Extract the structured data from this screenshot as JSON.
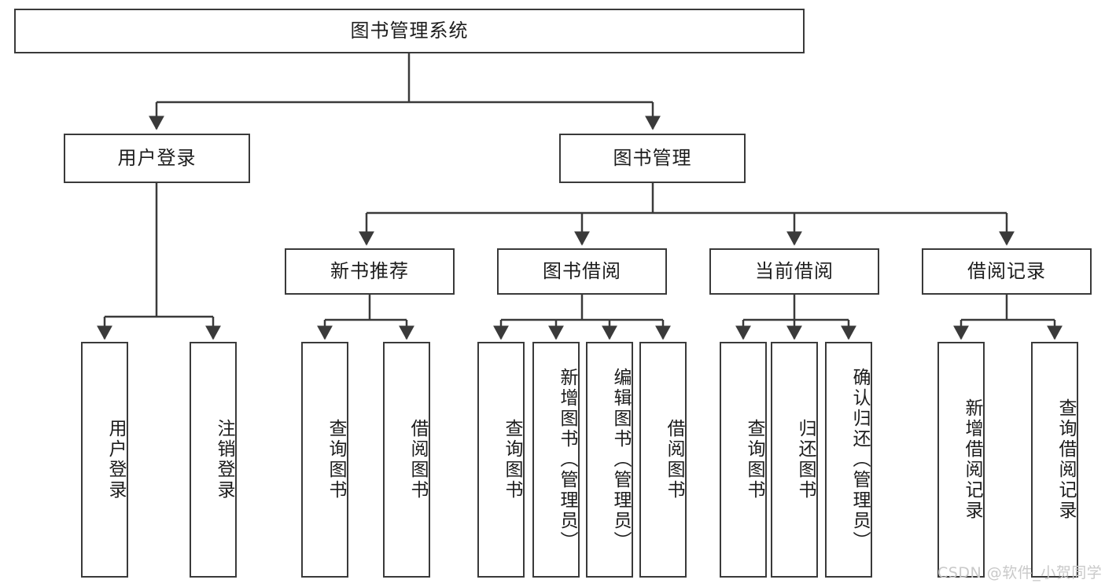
{
  "diagram": {
    "title": "图书管理系统",
    "watermark": "CSDN @软件_小贺同学",
    "colors": {
      "stroke": "#3a3a3a",
      "background": "#ffffff",
      "text": "#1c1c1c",
      "watermark": "#c9c9c9"
    },
    "root": {
      "label": "图书管理系统"
    },
    "level2": [
      {
        "label": "用户登录"
      },
      {
        "label": "图书管理"
      }
    ],
    "level3": [
      {
        "label": "新书推荐"
      },
      {
        "label": "图书借阅"
      },
      {
        "label": "当前借阅"
      },
      {
        "label": "借阅记录"
      }
    ],
    "leaves": {
      "user_login": [
        {
          "label": "用户登录"
        },
        {
          "label": "注销登录"
        }
      ],
      "new_book_recommend": [
        {
          "label": "查询图书"
        },
        {
          "label": "借阅图书"
        }
      ],
      "book_borrow": [
        {
          "label": "查询图书"
        },
        {
          "label": "新增图书（管理员）"
        },
        {
          "label": "编辑图书（管理员）"
        },
        {
          "label": "借阅图书"
        }
      ],
      "current_borrow": [
        {
          "label": "查询图书"
        },
        {
          "label": "归还图书"
        },
        {
          "label": "确认归还（管理员）"
        }
      ],
      "borrow_record": [
        {
          "label": "新增借阅记录"
        },
        {
          "label": "查询借阅记录"
        }
      ]
    }
  }
}
